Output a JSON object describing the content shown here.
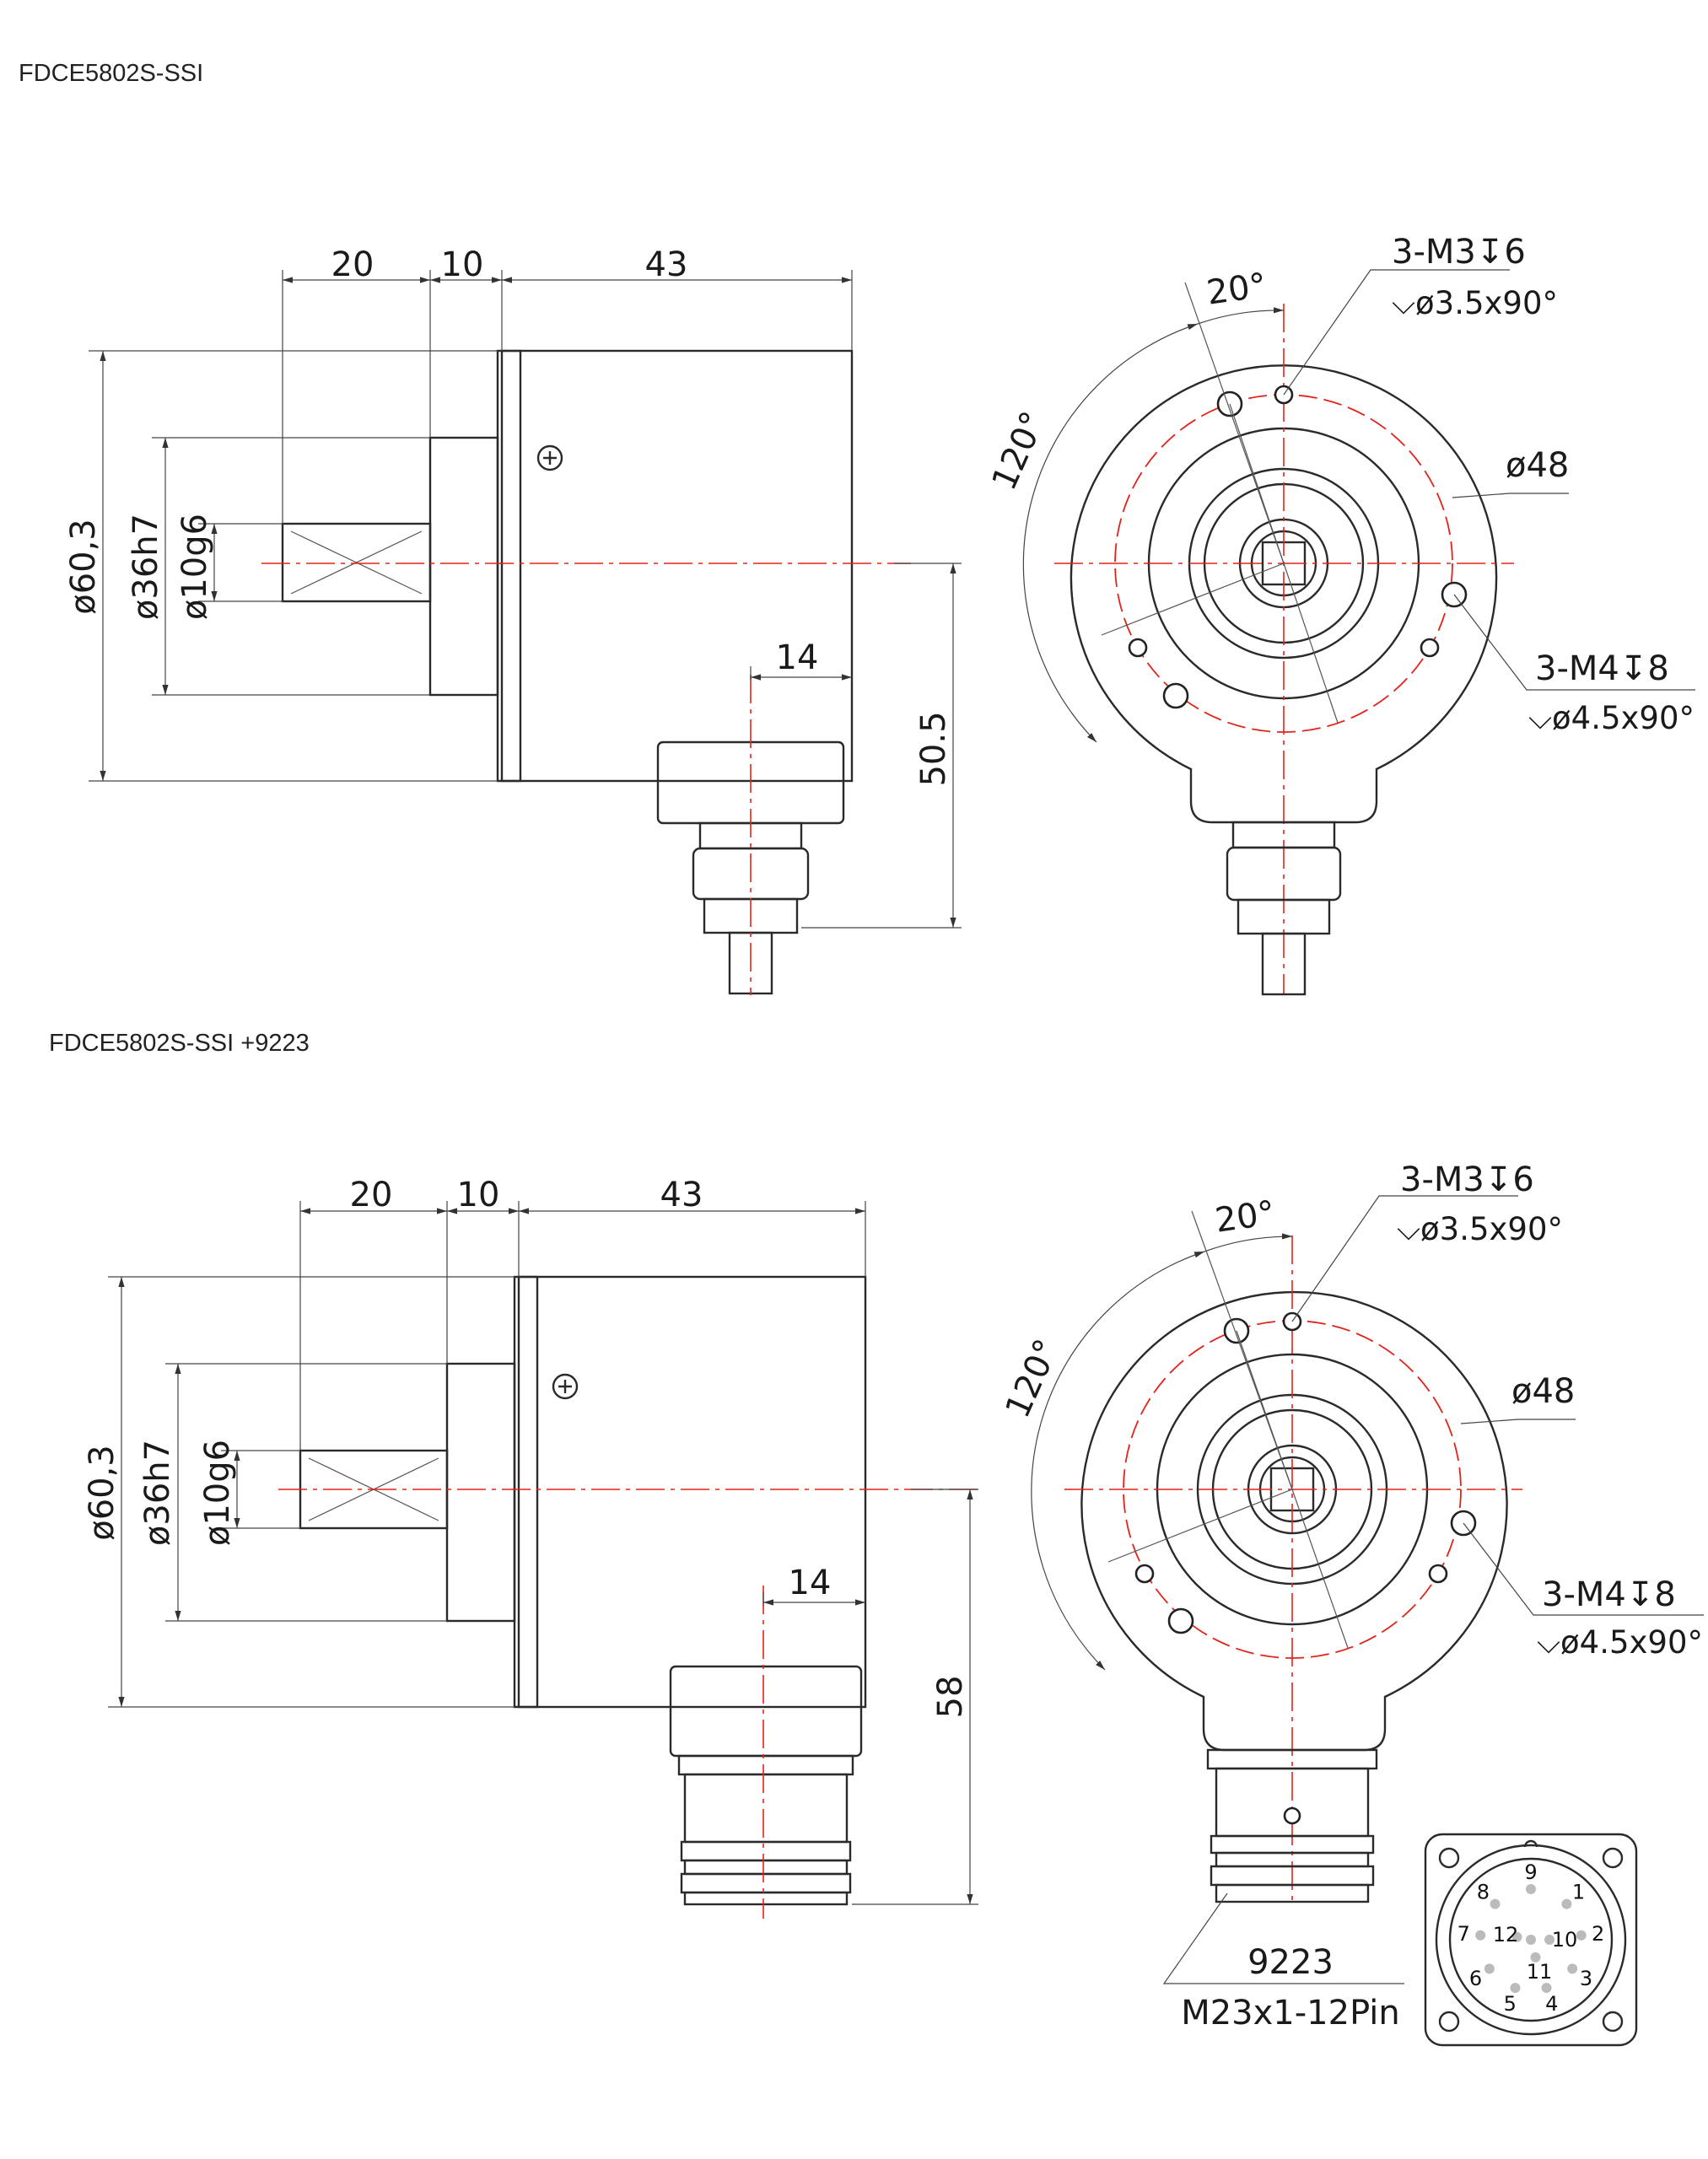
{
  "drawing_top": {
    "title": "FDCE5802S-SSI",
    "dims": {
      "shaft_len": "20",
      "flange_len": "10",
      "body_len": "43",
      "body_dia": "ø60,3",
      "spigot_dia": "ø36h7",
      "shaft_dia": "ø10g6",
      "cable_offset": "14",
      "height": "50.5",
      "bolt_circle": "ø48",
      "angle_small": "20°",
      "angle_large": "120°",
      "m3_holes": "3-M3↧6",
      "m3_csk": "⌵ø3.5x90°",
      "m4_holes": "3-M4↧8",
      "m4_csk": "⌵ø4.5x90°"
    }
  },
  "drawing_bottom": {
    "title": "FDCE5802S-SSI +9223",
    "dims": {
      "shaft_len": "20",
      "flange_len": "10",
      "body_len": "43",
      "body_dia": "ø60,3",
      "spigot_dia": "ø36h7",
      "shaft_dia": "ø10g6",
      "conn_offset": "14",
      "height": "58",
      "bolt_circle": "ø48",
      "angle_small": "20°",
      "angle_large": "120°",
      "m3_holes": "3-M3↧6",
      "m3_csk": "⌵ø3.5x90°",
      "m4_holes": "3-M4↧8",
      "m4_csk": "⌵ø4.5x90°"
    },
    "connector": {
      "code": "9223",
      "spec": "M23x1-12Pin",
      "pins": [
        "1",
        "2",
        "3",
        "4",
        "5",
        "6",
        "7",
        "8",
        "9",
        "10",
        "11",
        "12"
      ]
    }
  },
  "colors": {
    "outline": "#2a2a2a",
    "centerline": "#e2231a"
  }
}
